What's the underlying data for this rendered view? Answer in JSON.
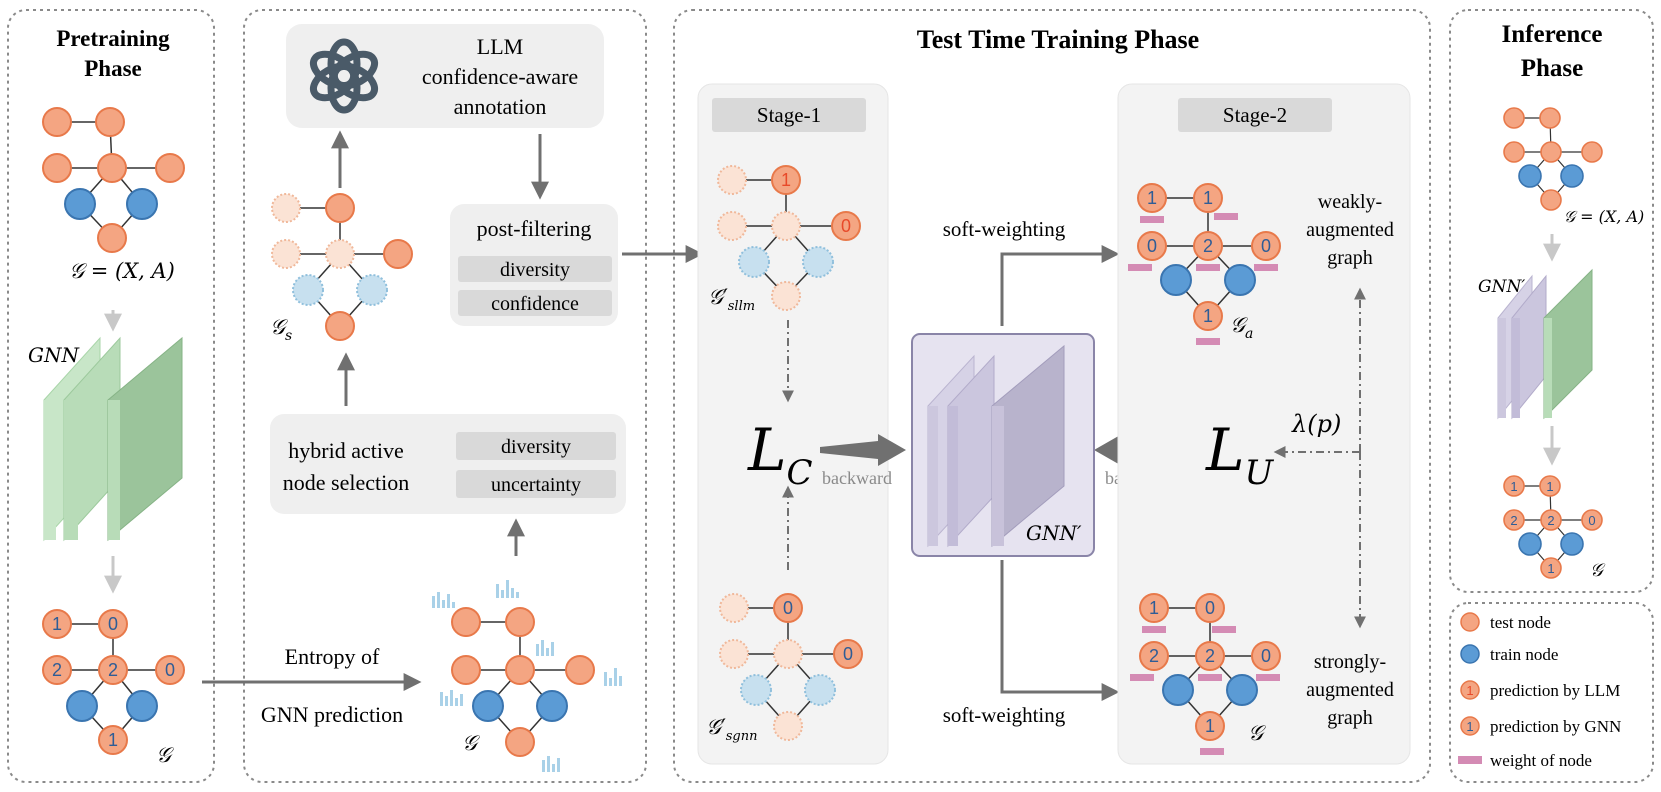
{
  "colors": {
    "test_node": "#f4a582",
    "test_node_stroke": "#e8794a",
    "train_node": "#5b9bd5",
    "train_node_stroke": "#3a75b0",
    "faded_test": "#fbe3d5",
    "faded_train": "#c7e0ef",
    "llm_red": "#e84a2a",
    "gnn_blue": "#2f5d96",
    "weight_pink": "#d48bb4",
    "gnn_green": "#a8d5a8",
    "gnn_prime_purple": "#b8b3cc",
    "panel_gray": "#f0f0f0",
    "box_gray": "#d9d9d9",
    "arrow_gray": "#707070",
    "light_arrow": "#c8c8c8"
  },
  "pretraining": {
    "title_line1": "Pretraining",
    "title_line2": "Phase",
    "graph_formula": "𝒢 = (X, A)",
    "gnn_label": "GNN",
    "graph_label": "𝒢",
    "node_labels": [
      "1",
      "0",
      "2",
      "2",
      "0",
      "1"
    ]
  },
  "selection": {
    "llm_line1": "LLM",
    "llm_line2": "confidence-aware",
    "llm_line3": "annotation",
    "postfilter_title": "post-filtering",
    "postfilter_diversity": "diversity",
    "postfilter_confidence": "confidence",
    "gs_label": "𝒢",
    "gs_sub": "s",
    "hybrid_line1": "hybrid active",
    "hybrid_line2": "node selection",
    "hybrid_diversity": "diversity",
    "hybrid_uncertainty": "uncertainty",
    "entropy_line1": "Entropy of",
    "entropy_line2": "GNN prediction",
    "graph_label": "𝒢"
  },
  "ttt": {
    "title": "Test Time Training Phase",
    "stage1": "Stage-1",
    "stage2": "Stage-2",
    "g_sllm": "𝒢′",
    "g_sllm_sub": "sllm",
    "g_sgnn": "𝒢′",
    "g_sgnn_sub": "sgnn",
    "lc_main": "L",
    "lc_sub": "C",
    "lu_main": "L",
    "lu_sub": "U",
    "backward_left": "backward",
    "backward_right": "backward",
    "gnn_prime": "GNN′",
    "soft_weighting_top": "soft-weighting",
    "soft_weighting_bottom": "soft-weighting",
    "weak_line1": "weakly-",
    "weak_line2": "augmented",
    "weak_line3": "graph",
    "strong_line1": "strongly-",
    "strong_line2": "augmented",
    "strong_line3": "graph",
    "lambda": "λ(p)",
    "ga_label": "𝒢",
    "ga_sub": "a",
    "g_label": "𝒢",
    "sllm_labels": [
      "1",
      "0"
    ],
    "sgnn_labels": [
      "0",
      "0"
    ],
    "ga_labels": [
      "1",
      "1",
      "0",
      "2",
      "0",
      "1"
    ],
    "g_labels": [
      "1",
      "0",
      "2",
      "2",
      "0",
      "1"
    ]
  },
  "inference": {
    "title_line1": "Inference",
    "title_line2": "Phase",
    "graph_formula": "𝒢 = (X, A)",
    "gnn_prime": "GNN′",
    "graph_label": "𝒢",
    "node_labels": [
      "1",
      "1",
      "2",
      "2",
      "0",
      "1"
    ]
  },
  "legend": {
    "test_node": "test node",
    "train_node": "train node",
    "pred_llm": "prediction by LLM",
    "pred_gnn": "prediction by GNN",
    "weight": "weight of node",
    "pred_llm_glyph": "1",
    "pred_gnn_glyph": "1"
  }
}
